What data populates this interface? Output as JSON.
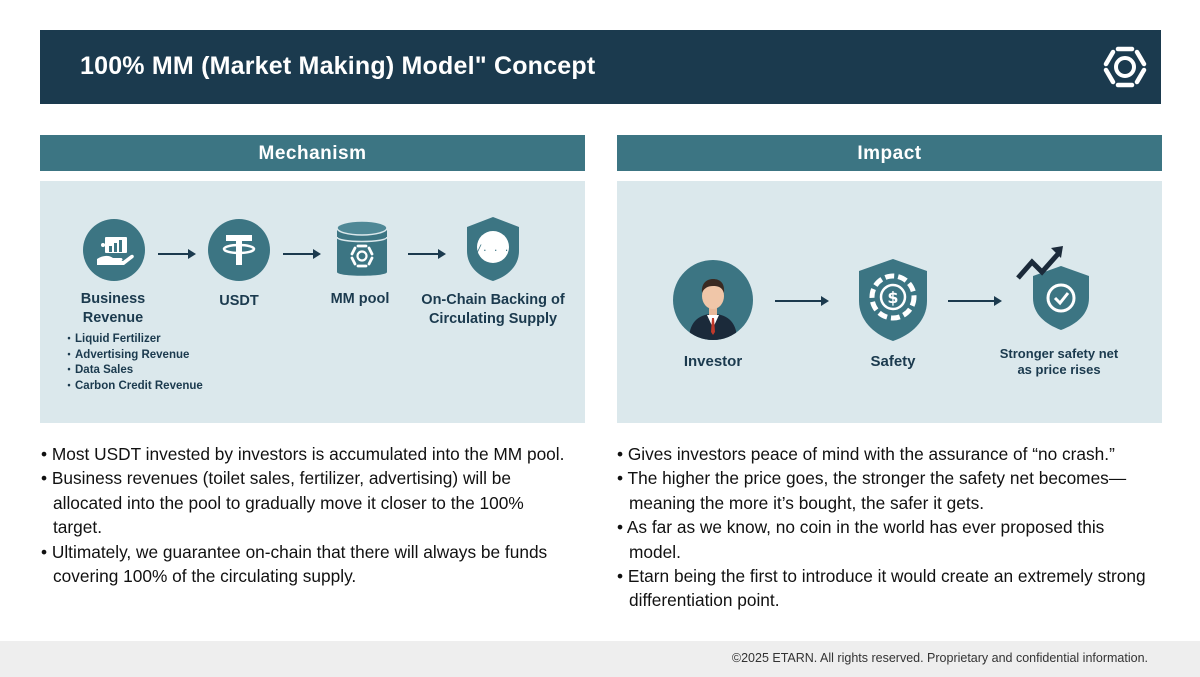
{
  "header": {
    "title": "100% MM (Market Making) Model\" Concept",
    "logo_icon": "hexagon-ring-logo-icon"
  },
  "mechanism": {
    "heading": "Mechanism",
    "steps": [
      {
        "label": "Business Revenue",
        "icon": "hand-chart-icon"
      },
      {
        "label": "USDT",
        "icon": "tether-icon"
      },
      {
        "label": "MM pool",
        "icon": "database-icon"
      },
      {
        "label": "On-Chain Backing of Circulating Supply",
        "icon": "shield-icon"
      }
    ],
    "revenue_sources": [
      "Liquid Fertilizer",
      "Advertising Revenue",
      "Data Sales",
      "Carbon Credit Revenue"
    ],
    "bullets": [
      "Most USDT invested by investors is accumulated into the MM pool.",
      "Business revenues (toilet sales, fertilizer, advertising) will be allocated into the pool to gradually move it closer to the 100% target.",
      "Ultimately, we guarantee on-chain that there will always be funds covering 100% of the circulating supply."
    ]
  },
  "impact": {
    "heading": "Impact",
    "steps": [
      {
        "label": "Investor",
        "icon": "investor-icon"
      },
      {
        "label": "Safety",
        "icon": "dollar-shield-icon"
      },
      {
        "label": "Stronger safety net as price rises",
        "icon": "rising-shield-icon"
      }
    ],
    "bullets": [
      "Gives investors peace of mind with the assurance of “no crash.”",
      "The higher the price goes, the stronger the safety net becomes—meaning the more it’s bought, the safer it gets.",
      "As far as we know, no coin in the world has ever proposed this model.",
      "Etarn being the first to introduce it would create an extremely strong differentiation point."
    ]
  },
  "footer": {
    "text": "©2025 ETARN. All rights reserved. Proprietary and confidential information."
  },
  "colors": {
    "navy": "#1b3a4e",
    "teal": "#3c7583",
    "panel": "#dbe8ec"
  }
}
